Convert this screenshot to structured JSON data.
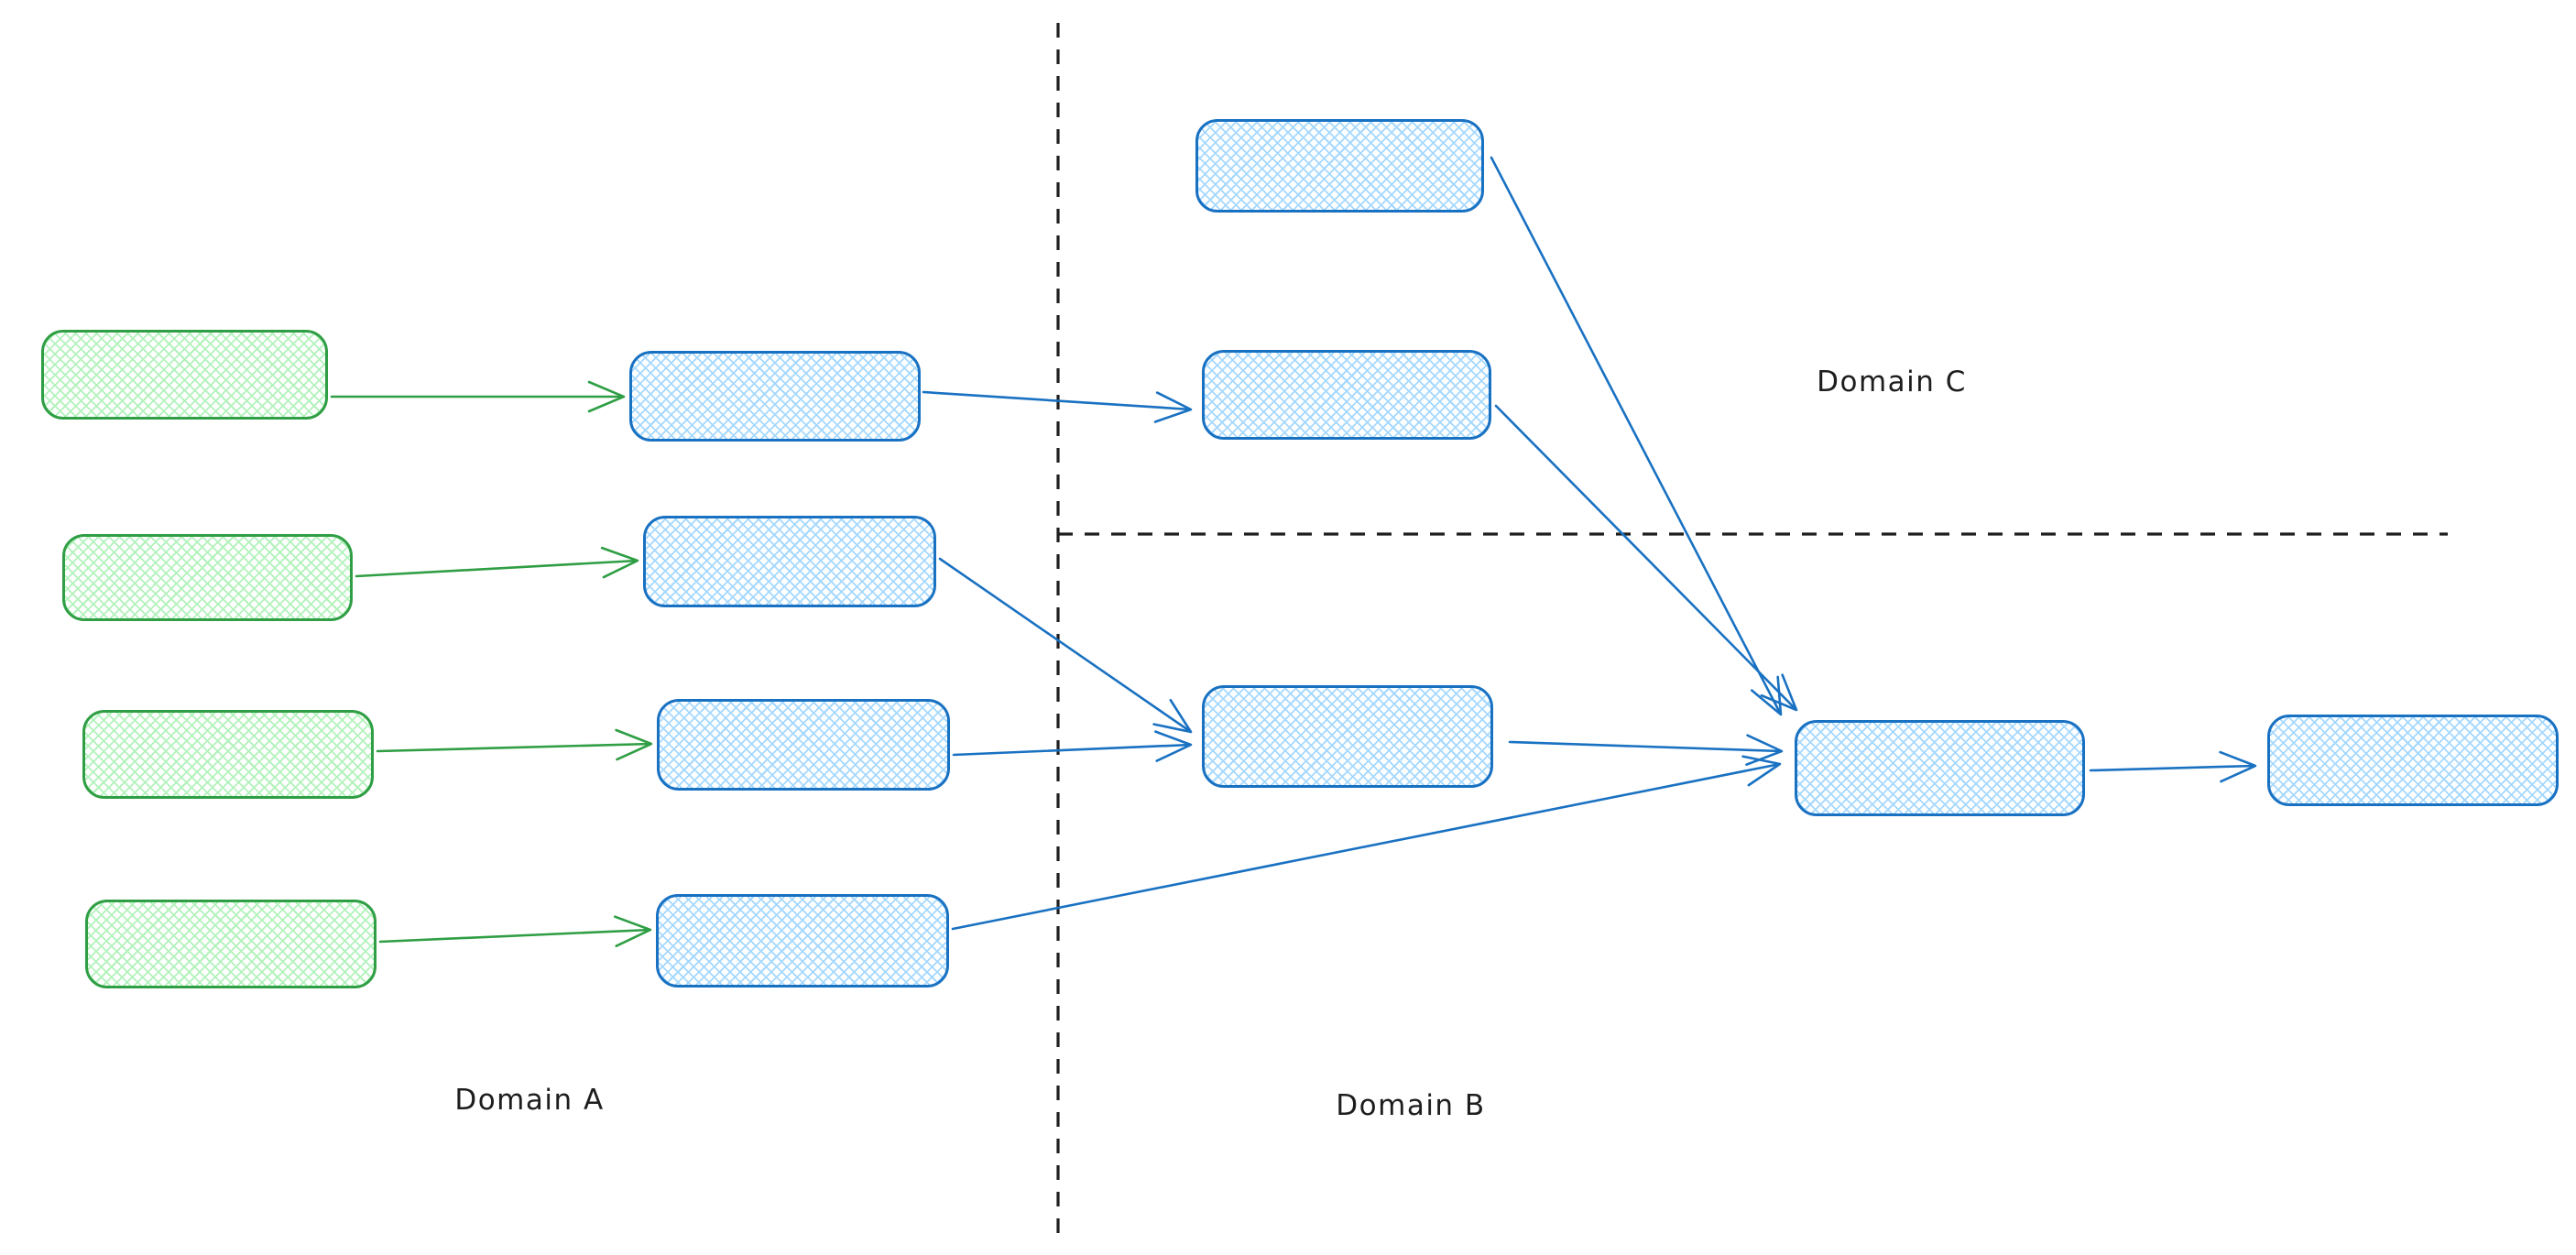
{
  "diagram": {
    "type": "flow-diagram",
    "labels": {
      "domain_a": "Domain A",
      "domain_b": "Domain B",
      "domain_c": "Domain C"
    },
    "colors": {
      "green_stroke": "#2f9e44",
      "green_fill": "#b2f2bb",
      "blue_stroke": "#1971c2",
      "blue_fill": "#a5d8ff",
      "divider": "#1e1e1e",
      "label_text": "#1e1e1e",
      "background": "#ffffff"
    },
    "nodes": [
      {
        "id": "green-source-1",
        "domain": "Domain A",
        "palette": "green",
        "text": ""
      },
      {
        "id": "green-source-2",
        "domain": "Domain A",
        "palette": "green",
        "text": ""
      },
      {
        "id": "green-source-3",
        "domain": "Domain A",
        "palette": "green",
        "text": ""
      },
      {
        "id": "green-source-4",
        "domain": "Domain A",
        "palette": "green",
        "text": ""
      },
      {
        "id": "blue-stage-1",
        "domain": "Domain A",
        "palette": "blue",
        "text": ""
      },
      {
        "id": "blue-stage-2",
        "domain": "Domain A",
        "palette": "blue",
        "text": ""
      },
      {
        "id": "blue-stage-3",
        "domain": "Domain A",
        "palette": "blue",
        "text": ""
      },
      {
        "id": "blue-stage-4",
        "domain": "Domain A",
        "palette": "blue",
        "text": ""
      },
      {
        "id": "domain-c-upper",
        "domain": "Domain C",
        "palette": "blue",
        "text": ""
      },
      {
        "id": "domain-c-lower",
        "domain": "Domain C",
        "palette": "blue",
        "text": ""
      },
      {
        "id": "merge-node",
        "domain": "Domain B",
        "palette": "blue",
        "text": ""
      },
      {
        "id": "hub-node",
        "domain": "Domain B",
        "palette": "blue",
        "text": ""
      },
      {
        "id": "output-node",
        "domain": "Domain B",
        "palette": "blue",
        "text": ""
      }
    ],
    "edges": [
      {
        "from": "green-source-1",
        "to": "blue-stage-1",
        "color": "green"
      },
      {
        "from": "green-source-2",
        "to": "blue-stage-2",
        "color": "green"
      },
      {
        "from": "green-source-3",
        "to": "blue-stage-3",
        "color": "green"
      },
      {
        "from": "green-source-4",
        "to": "blue-stage-4",
        "color": "green"
      },
      {
        "from": "blue-stage-1",
        "to": "domain-c-lower",
        "color": "blue"
      },
      {
        "from": "blue-stage-2",
        "to": "merge-node",
        "color": "blue"
      },
      {
        "from": "blue-stage-3",
        "to": "merge-node",
        "color": "blue"
      },
      {
        "from": "blue-stage-4",
        "to": "hub-node",
        "color": "blue"
      },
      {
        "from": "domain-c-upper",
        "to": "hub-node",
        "color": "blue"
      },
      {
        "from": "domain-c-lower",
        "to": "hub-node",
        "color": "blue"
      },
      {
        "from": "merge-node",
        "to": "hub-node",
        "color": "blue"
      },
      {
        "from": "hub-node",
        "to": "output-node",
        "color": "blue"
      }
    ],
    "dividers": [
      {
        "id": "divider-vertical",
        "orientation": "vertical"
      },
      {
        "id": "divider-horizontal",
        "orientation": "horizontal"
      }
    ]
  }
}
